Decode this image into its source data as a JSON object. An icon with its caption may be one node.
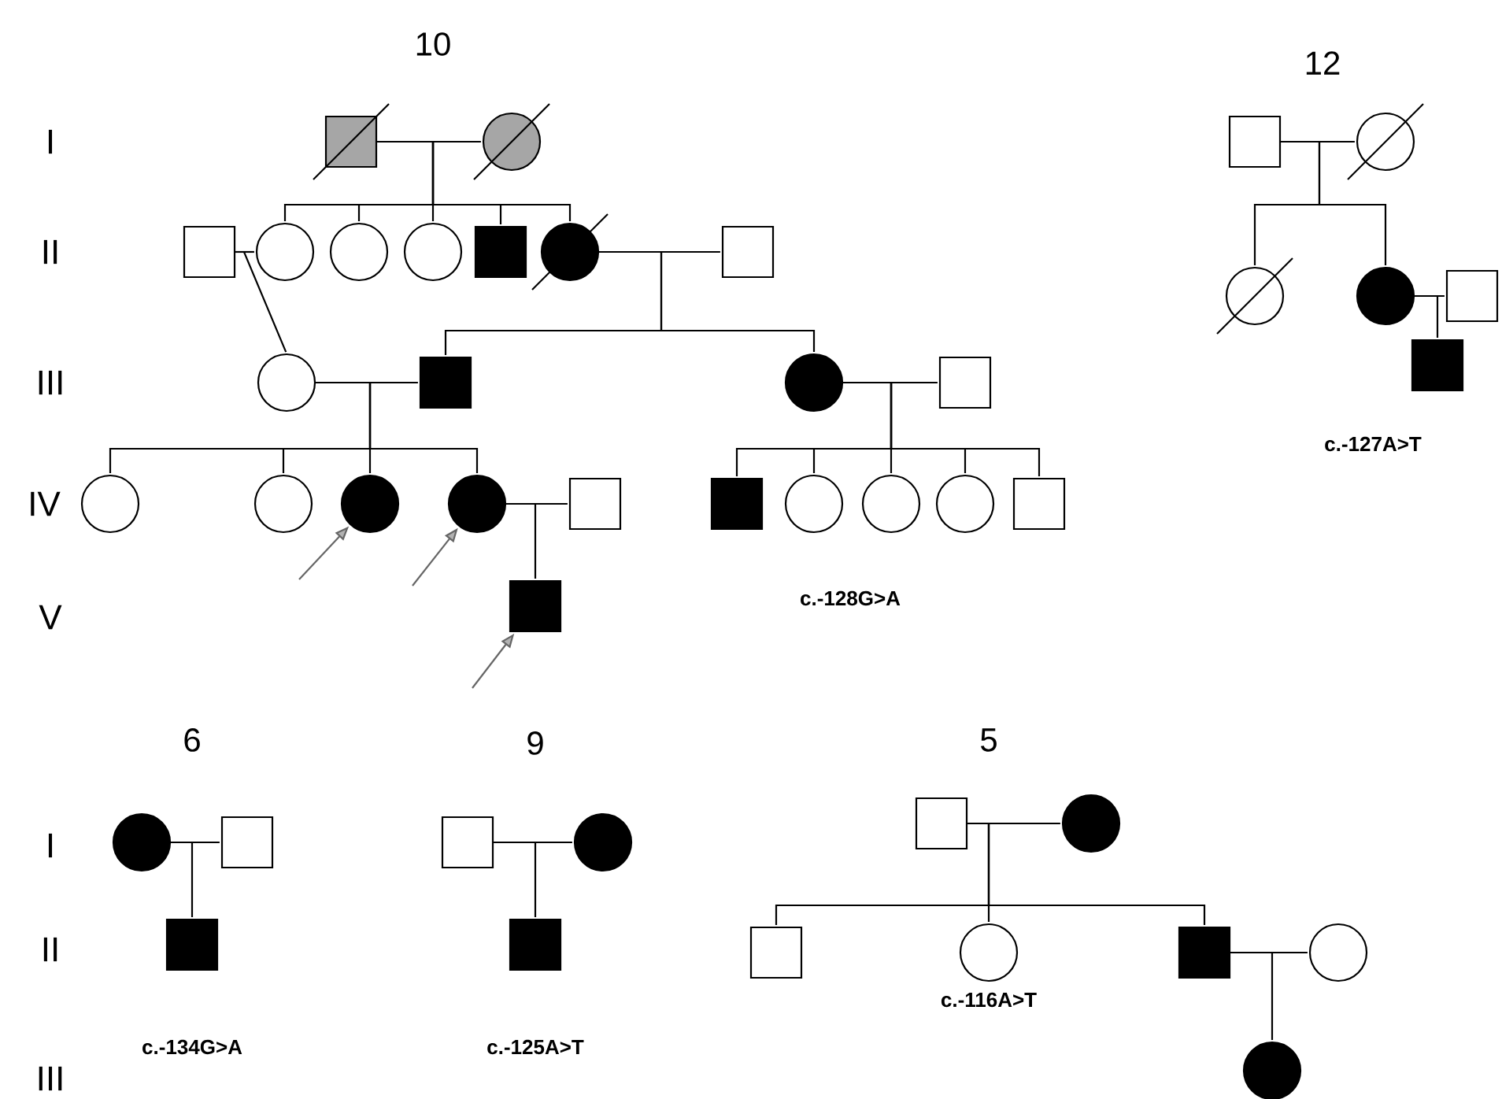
{
  "diagram": {
    "nodes": [
      {
        "text": [],
        "shape": "box"
      },
      {
        "text": [],
        "shape": "circle"
      },
      {
        "text": [],
        "shape": "box"
      },
      {
        "text": [],
        "shape": "circle"
      },
      {
        "text": [],
        "shape": "circle"
      },
      {
        "text": [],
        "shape": "circle"
      },
      {
        "text": [],
        "shape": "box"
      },
      {
        "text": [],
        "shape": "circle"
      },
      {
        "text": [],
        "shape": "box"
      },
      {
        "text": [],
        "shape": "circle"
      },
      {
        "text": [],
        "shape": "box"
      },
      {
        "text": [],
        "shape": "circle"
      },
      {
        "text": [],
        "shape": "box"
      },
      {
        "text": [],
        "shape": "circle"
      },
      {
        "text": [],
        "shape": "circle"
      },
      {
        "text": [],
        "shape": "circle"
      },
      {
        "text": [],
        "shape": "circle"
      },
      {
        "text": [],
        "shape": "box"
      },
      {
        "text": [],
        "shape": "box"
      },
      {
        "text": [],
        "shape": "circle"
      },
      {
        "text": [],
        "shape": "circle"
      },
      {
        "text": [],
        "shape": "circle"
      },
      {
        "text": [],
        "shape": "box"
      },
      {
        "text": [],
        "shape": "box"
      },
      {
        "text": [],
        "shape": "box"
      },
      {
        "text": [],
        "shape": "circle"
      },
      {
        "text": [],
        "shape": "circle"
      },
      {
        "text": [],
        "shape": "circle"
      },
      {
        "text": [],
        "shape": "box"
      },
      {
        "text": [],
        "shape": "box"
      },
      {
        "text": [],
        "shape": "circle"
      },
      {
        "text": [],
        "shape": "box"
      },
      {
        "text": [],
        "shape": "box"
      },
      {
        "text": [],
        "shape": "box"
      },
      {
        "text": [],
        "shape": "circle"
      },
      {
        "text": [],
        "shape": "box"
      },
      {
        "text": [],
        "shape": "box"
      },
      {
        "text": [],
        "shape": "circle"
      },
      {
        "text": [],
        "shape": "box"
      },
      {
        "text": [],
        "shape": "circle"
      },
      {
        "text": [],
        "shape": "box"
      },
      {
        "text": [],
        "shape": "circle"
      },
      {
        "text": [],
        "shape": "circle"
      }
    ],
    "edges": [
      {
        "from": 0,
        "to": 1,
        "arrow": "none"
      },
      {
        "from": 0,
        "to": 3,
        "arrow": "none"
      },
      {
        "from": 0,
        "to": 4,
        "arrow": "none"
      },
      {
        "from": 0,
        "to": 5,
        "arrow": "none"
      },
      {
        "from": 0,
        "to": 6,
        "arrow": "none"
      },
      {
        "from": 0,
        "to": 7,
        "arrow": "none"
      },
      {
        "from": 2,
        "to": 3,
        "arrow": "none"
      },
      {
        "from": 2,
        "to": 9,
        "arrow": "none"
      },
      {
        "from": 7,
        "to": 8,
        "arrow": "none"
      },
      {
        "from": 7,
        "to": 10,
        "arrow": "none"
      },
      {
        "from": 7,
        "to": 11,
        "arrow": "none"
      },
      {
        "from": 9,
        "to": 10,
        "arrow": "none"
      },
      {
        "from": 9,
        "to": 13,
        "arrow": "none"
      },
      {
        "from": 9,
        "to": 14,
        "arrow": "none"
      },
      {
        "from": 9,
        "to": 15,
        "arrow": "none"
      },
      {
        "from": 9,
        "to": 16,
        "arrow": "none"
      },
      {
        "from": 11,
        "to": 12,
        "arrow": "none"
      },
      {
        "from": 11,
        "to": 18,
        "arrow": "none"
      },
      {
        "from": 11,
        "to": 19,
        "arrow": "none"
      },
      {
        "from": 11,
        "to": 20,
        "arrow": "none"
      },
      {
        "from": 11,
        "to": 21,
        "arrow": "none"
      },
      {
        "from": 11,
        "to": 22,
        "arrow": "none"
      },
      {
        "from": 16,
        "to": 17,
        "arrow": "none"
      },
      {
        "from": 16,
        "to": 23,
        "arrow": "none"
      },
      {
        "from": null,
        "to": 15,
        "arrow": "to",
        "color": "#666666"
      },
      {
        "from": null,
        "to": 16,
        "arrow": "to",
        "color": "#666666"
      },
      {
        "from": null,
        "to": 23,
        "arrow": "to",
        "color": "#666666"
      },
      {
        "from": 24,
        "to": 25,
        "arrow": "none"
      },
      {
        "from": 24,
        "to": 26,
        "arrow": "none"
      },
      {
        "from": 24,
        "to": 27,
        "arrow": "none"
      },
      {
        "from": 27,
        "to": 28,
        "arrow": "none"
      },
      {
        "from": 27,
        "to": 29,
        "arrow": "none"
      },
      {
        "from": 30,
        "to": 31,
        "arrow": "none"
      },
      {
        "from": 30,
        "to": 32,
        "arrow": "none"
      },
      {
        "from": 33,
        "to": 34,
        "arrow": "none"
      },
      {
        "from": 33,
        "to": 35,
        "arrow": "none"
      },
      {
        "from": 36,
        "to": 37,
        "arrow": "none"
      },
      {
        "from": 36,
        "to": 38,
        "arrow": "none"
      },
      {
        "from": 36,
        "to": 39,
        "arrow": "none"
      },
      {
        "from": 36,
        "to": 40,
        "arrow": "none"
      },
      {
        "from": 40,
        "to": 41,
        "arrow": "none"
      },
      {
        "from": 40,
        "to": 42,
        "arrow": "none"
      }
    ],
    "labels": [
      "10",
      "12",
      "I",
      "II",
      "III",
      "IV",
      "V",
      "c.-127A>T",
      "c.-128G>A",
      "6",
      "9",
      "5",
      "I",
      "II",
      "III",
      "c.-134G>A",
      "c.-125A>T",
      "c.-116A>T"
    ]
  }
}
